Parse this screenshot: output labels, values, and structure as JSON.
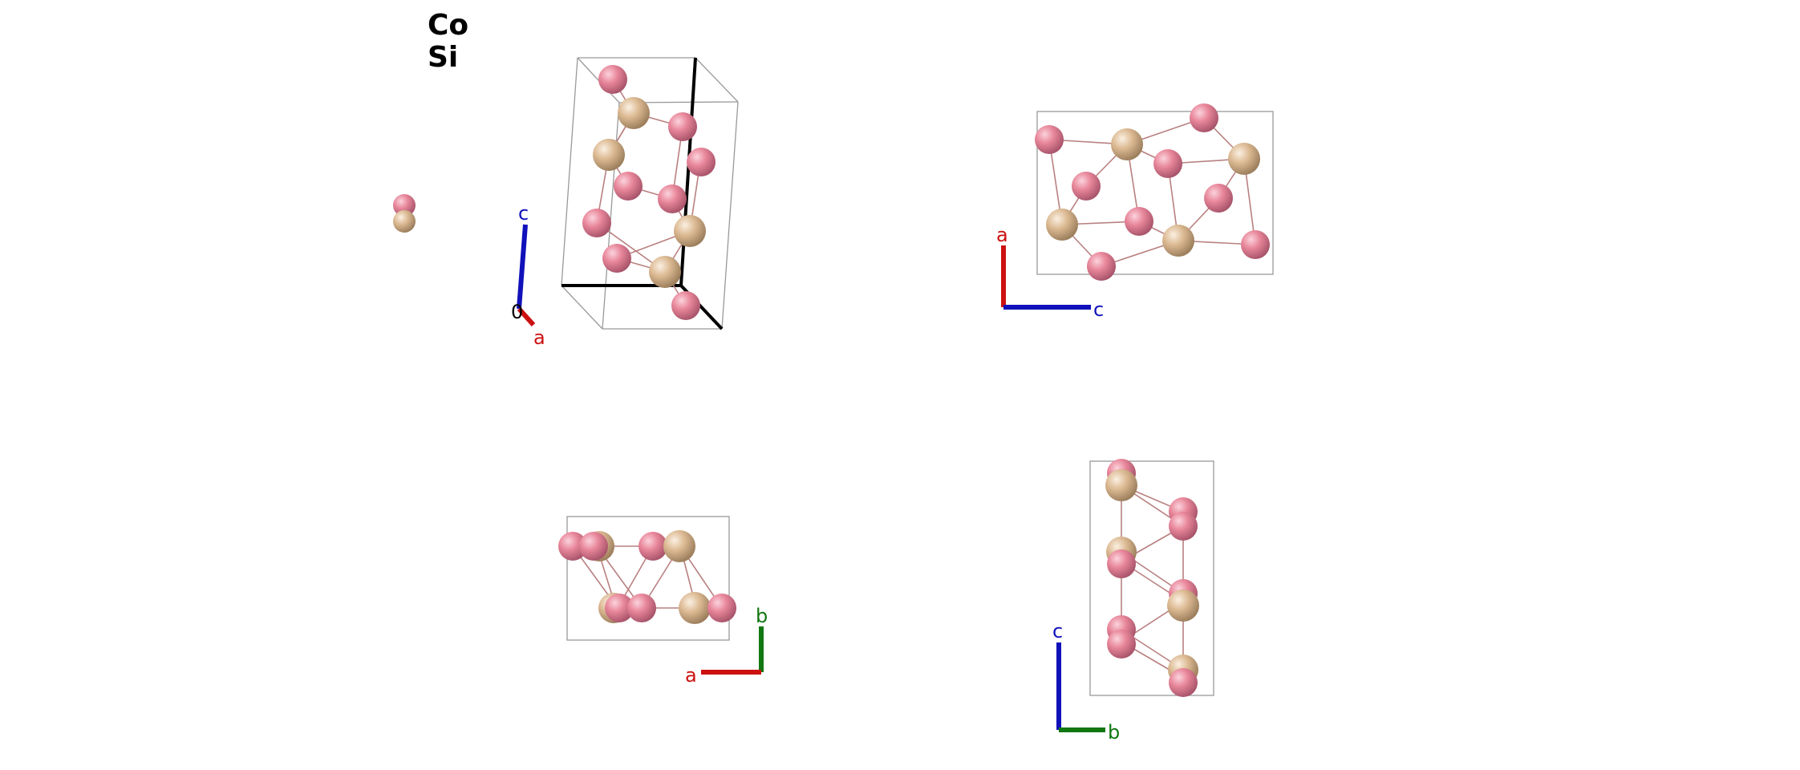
{
  "legend": {
    "items": [
      {
        "element": "Co",
        "label": "Co",
        "color": "#e8869a"
      },
      {
        "element": "Si",
        "label": "Si",
        "color": "#dcba93"
      }
    ]
  },
  "colors": {
    "co_atom": "#e8869a",
    "si_atom": "#dcba93",
    "bond": "#b98080",
    "cell_line": "#999999",
    "axis_a": "#cc1111",
    "axis_b": "#117711",
    "axis_c": "#1111bb"
  },
  "views": [
    {
      "name": "perspective-view",
      "axes": {
        "a": "a",
        "b": "",
        "c": "c",
        "origin": "0"
      }
    },
    {
      "name": "view-along-b",
      "axes": {
        "a": "a",
        "c": "c"
      }
    },
    {
      "name": "view-along-c",
      "axes": {
        "a": "a",
        "b": "b"
      }
    },
    {
      "name": "view-along-a",
      "axes": {
        "b": "b",
        "c": "c"
      }
    }
  ]
}
